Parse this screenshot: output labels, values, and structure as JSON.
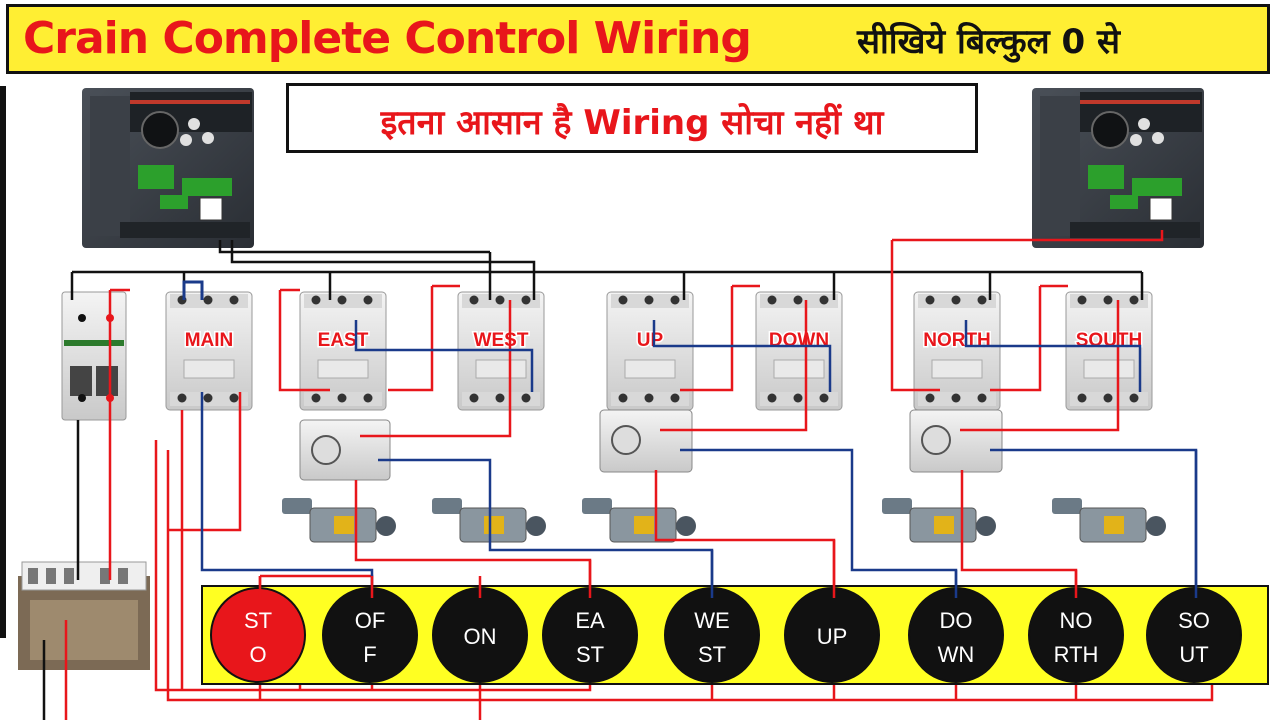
{
  "header": {
    "title": "Crain Complete Control Wiring",
    "title_hindi": "सीखिये बिल्कुल 0 से",
    "subtitle": "इतना आसान है Wiring सोचा नहीं था"
  },
  "contactors": [
    {
      "label": "MAIN"
    },
    {
      "label": "EAST"
    },
    {
      "label": "WEST"
    },
    {
      "label": "UP"
    },
    {
      "label": "DOWN"
    },
    {
      "label": "NORTH"
    },
    {
      "label": "SOUTH"
    }
  ],
  "buttons": [
    {
      "line1": "ST",
      "line2": "O",
      "color": "#e8161b"
    },
    {
      "line1": "OF",
      "line2": "F",
      "color": "#111111"
    },
    {
      "line1": "ON",
      "line2": "",
      "color": "#111111"
    },
    {
      "line1": "EA",
      "line2": "ST",
      "color": "#111111"
    },
    {
      "line1": "WE",
      "line2": "ST",
      "color": "#111111"
    },
    {
      "line1": "UP",
      "line2": "",
      "color": "#111111"
    },
    {
      "line1": "DO",
      "line2": "WN",
      "color": "#111111"
    },
    {
      "line1": "NO",
      "line2": "RTH",
      "color": "#111111"
    },
    {
      "line1": "SO",
      "line2": "UT",
      "color": "#111111"
    }
  ],
  "colors": {
    "title_bg": "#ffee33",
    "title_text": "#e8161b",
    "panel_bg": "#ffff22",
    "wire_red": "#e8161b",
    "wire_blue": "#1a3a8a",
    "wire_black": "#111111"
  }
}
